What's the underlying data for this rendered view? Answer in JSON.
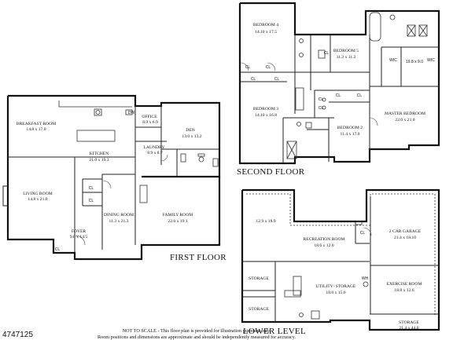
{
  "floors": {
    "first": {
      "title": "FIRST FLOOR",
      "rooms": [
        {
          "name": "BREAKFAST ROOM",
          "dims": "14.8 x 17.0"
        },
        {
          "name": "KITCHEN",
          "dims": "21.0 x 19.3"
        },
        {
          "name": "OFFICE",
          "dims": "8.9 x 6.9"
        },
        {
          "name": "DEN",
          "dims": "13.0 x 13.2"
        },
        {
          "name": "LAUNDRY",
          "dims": "8.9 x 8.7"
        },
        {
          "name": "LIVING ROOM",
          "dims": "14.8 x 21.0"
        },
        {
          "name": "FOYER",
          "dims": "9.0 x 14.5"
        },
        {
          "name": "DINING ROOM",
          "dims": "11.3 x 21.3"
        },
        {
          "name": "FAMILY ROOM",
          "dims": "22.0 x 19.1"
        }
      ],
      "labels": {
        "dw": "DW",
        "cl": "CL"
      }
    },
    "second": {
      "title": "SECOND FLOOR",
      "rooms": [
        {
          "name": "BEDROOM 4",
          "dims": "14.10 x 17.5"
        },
        {
          "name": "BEDROOM 5",
          "dims": "11.2 x 11.2"
        },
        {
          "name": "BEDROOM 3",
          "dims": "14.10 x 16.8"
        },
        {
          "name": "BEDROOM 2",
          "dims": "11.4 x 17.0"
        },
        {
          "name": "MASTER BEDROOM",
          "dims": "22.0 x 21.0"
        }
      ],
      "labels": {
        "wic": "WIC",
        "wic_dims": "19.8 x 9.0",
        "cl": "CL"
      }
    },
    "lower": {
      "title": "LOWER LEVEL",
      "rooms": [
        {
          "name": "",
          "dims": "12.9 x 18.9"
        },
        {
          "name": "RECREATION ROOM",
          "dims": "18.6 x 12.0"
        },
        {
          "name": "2 CAR GARAGE",
          "dims": "21.4 x 18.10"
        },
        {
          "name": "STORAGE",
          "dims": ""
        },
        {
          "name": "UTILITY/ STORAGE",
          "dims": "18.0 x 15.0"
        },
        {
          "name": "EXERCISE ROOM",
          "dims": "18.8 x 12.6"
        },
        {
          "name": "STORAGE",
          "dims": ""
        },
        {
          "name": "STORAGE",
          "dims": "21.4 x 44.0"
        }
      ],
      "labels": {
        "cl": "CL",
        "wh": "WH"
      }
    }
  },
  "footer": {
    "listing_code": "4747125",
    "disclaimer_line1": "NOT TO SCALE - This floor plan is provided for illustration purposes only.",
    "disclaimer_line2": "Room positions and dimensions are approximate and should be independently measured for accuracy."
  }
}
